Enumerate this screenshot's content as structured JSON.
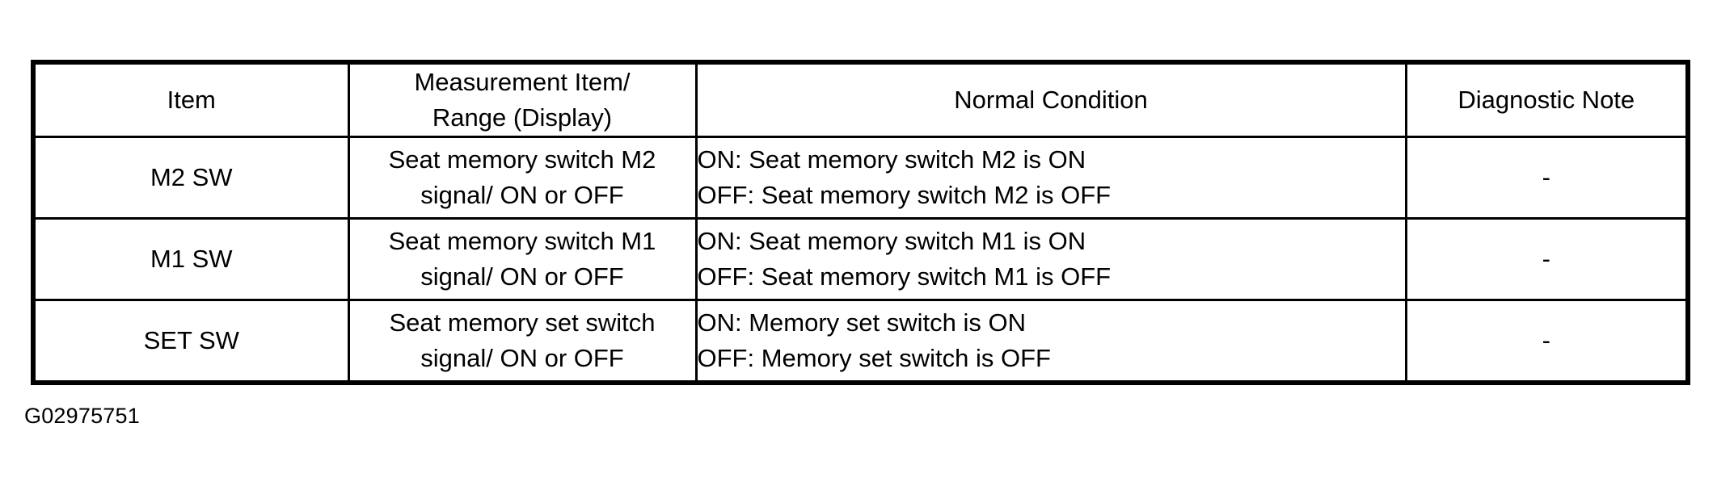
{
  "table": {
    "columns": [
      {
        "key": "item",
        "header_lines": [
          "Item"
        ]
      },
      {
        "key": "measurement",
        "header_lines": [
          "Measurement Item/",
          "Range (Display)"
        ]
      },
      {
        "key": "condition",
        "header_lines": [
          "Normal Condition"
        ]
      },
      {
        "key": "note",
        "header_lines": [
          "Diagnostic Note"
        ]
      }
    ],
    "rows": [
      {
        "item": "M2 SW",
        "measurement_line1": "Seat memory switch M2",
        "measurement_line2": "signal/ ON or OFF",
        "condition_line1": "ON: Seat memory switch M2 is ON",
        "condition_line2": "OFF: Seat memory switch M2 is OFF",
        "note": "-"
      },
      {
        "item": "M1 SW",
        "measurement_line1": "Seat memory switch M1",
        "measurement_line2": "signal/ ON or OFF",
        "condition_line1": "ON: Seat memory switch M1 is ON",
        "condition_line2": "OFF: Seat memory switch M1 is OFF",
        "note": "-"
      },
      {
        "item": "SET SW",
        "measurement_line1": "Seat memory set switch",
        "measurement_line2": "signal/ ON or OFF",
        "condition_line1": "ON: Memory set switch is ON",
        "condition_line2": "OFF: Memory set switch is OFF",
        "note": "-"
      }
    ]
  },
  "caption": "G02975751"
}
